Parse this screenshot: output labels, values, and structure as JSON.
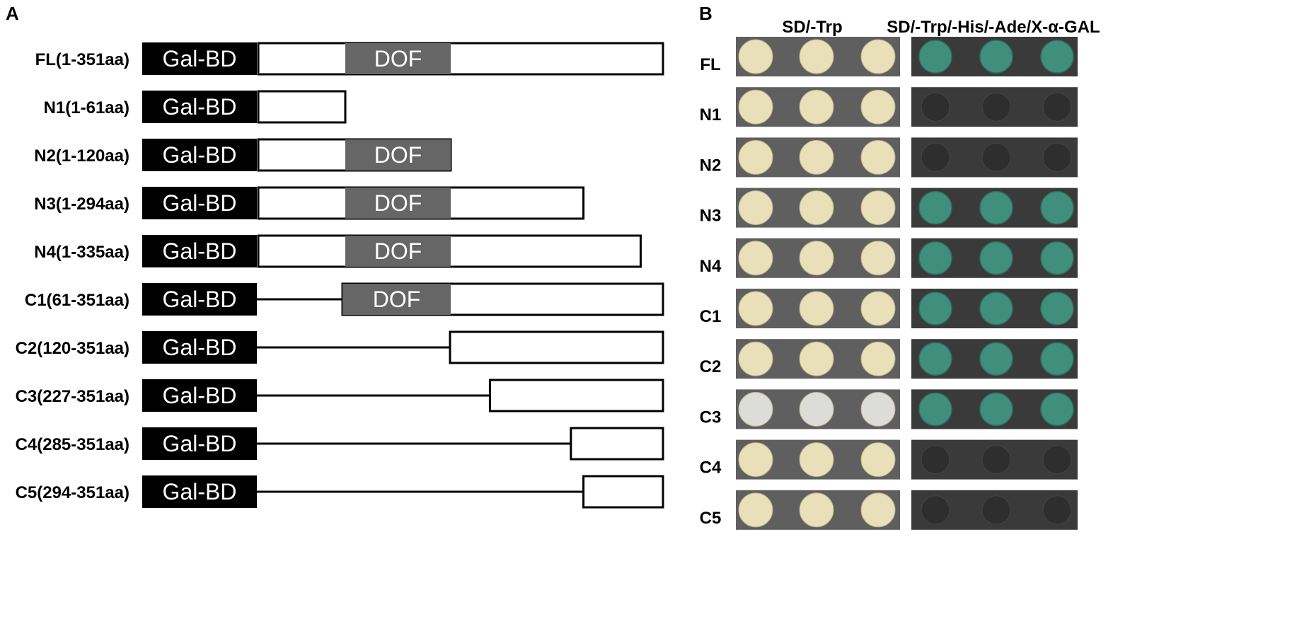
{
  "panels": {
    "a_label": "A",
    "b_label": "B"
  },
  "domains": {
    "bd_label": "Gal-BD",
    "dof_label": "DOF"
  },
  "constructs": [
    {
      "name": "FL(1-351aa)",
      "start": 1,
      "end": 351,
      "has_dof": true
    },
    {
      "name": "N1(1-61aa)",
      "start": 1,
      "end": 61,
      "has_dof": false
    },
    {
      "name": "N2(1-120aa)",
      "start": 1,
      "end": 120,
      "has_dof": true
    },
    {
      "name": "N3(1-294aa)",
      "start": 1,
      "end": 294,
      "has_dof": true
    },
    {
      "name": "N4(1-335aa)",
      "start": 1,
      "end": 335,
      "has_dof": true
    },
    {
      "name": "C1(61-351aa)",
      "start": 61,
      "end": 351,
      "has_dof": true
    },
    {
      "name": "C2(120-351aa)",
      "start": 120,
      "end": 351,
      "has_dof": false
    },
    {
      "name": "C3(227-351aa)",
      "start": 227,
      "end": 351,
      "has_dof": false
    },
    {
      "name": "C4(285-351aa)",
      "start": 285,
      "end": 351,
      "has_dof": false
    },
    {
      "name": "C5(294-351aa)",
      "start": 294,
      "end": 351,
      "has_dof": false
    }
  ],
  "assay": {
    "col1_header": "SD/-Trp",
    "col2_header": "SD/-Trp/-His/-Ade/X-α-GAL",
    "rows": [
      {
        "label": "FL",
        "growth_selective": true,
        "sd_tint": "normal"
      },
      {
        "label": "N1",
        "growth_selective": false,
        "sd_tint": "normal"
      },
      {
        "label": "N2",
        "growth_selective": false,
        "sd_tint": "normal"
      },
      {
        "label": "N3",
        "growth_selective": true,
        "sd_tint": "normal"
      },
      {
        "label": "N4",
        "growth_selective": true,
        "sd_tint": "normal"
      },
      {
        "label": "C1",
        "growth_selective": true,
        "sd_tint": "normal"
      },
      {
        "label": "C2",
        "growth_selective": true,
        "sd_tint": "normal"
      },
      {
        "label": "C3",
        "growth_selective": true,
        "sd_tint": "pale"
      },
      {
        "label": "C4",
        "growth_selective": false,
        "sd_tint": "normal"
      },
      {
        "label": "C5",
        "growth_selective": false,
        "sd_tint": "normal"
      }
    ]
  },
  "colors": {
    "bd_fill": "#000000",
    "dof_fill": "#666666",
    "plate_bg": "#5f5f5f",
    "selective_bg": "#3a3a3a",
    "yeast_colony": "#e9dfb8",
    "yeast_colony_pale": "#dcdcd8",
    "blue_colony": "#3f8f7c",
    "dead_colony": "#2e2e2e"
  }
}
